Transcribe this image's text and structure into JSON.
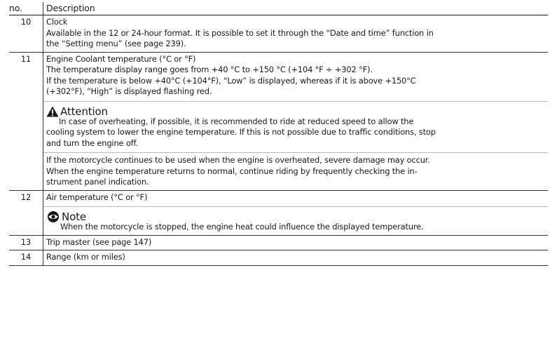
{
  "table": {
    "header": {
      "number": "no.",
      "description": "Description"
    },
    "rows": [
      {
        "number": "10",
        "title": "Clock",
        "lines": [
          "Available in the 12 or 24-hour format. It is possible to set it through the “Date and time” function in",
          "the “Setting menu” (see page 239)."
        ]
      },
      {
        "number": "11",
        "title": "Engine Coolant temperature (°C or °F)",
        "lines": [
          "The temperature display range goes from +40 °C to +150 °C (+104 °F ÷ +302 °F).",
          "If the temperature is below +40°C (+104°F), “Low” is displayed, whereas if it is above +150°C",
          "(+302°F), “High” is displayed flashing red."
        ],
        "attention": {
          "label": "Attention",
          "icon": "warning-triangle-icon",
          "lines": [
            "In case of overheating, if possible, it is recommended to ride at reduced speed to allow the",
            "cooling system to lower the engine temperature. If this is not possible due to traffic conditions, stop",
            "and turn the engine off."
          ]
        },
        "followup": [
          "If the motorcycle continues to be used when the engine is overheated, severe damage may occur.",
          "When the engine temperature returns to normal, continue riding by frequently checking the in-",
          "strument panel indication."
        ]
      },
      {
        "number": "12",
        "title": "Air temperature (°C or °F)",
        "note": {
          "label": "Note",
          "icon": "eye-icon",
          "lines": [
            "When the motorcycle is stopped, the engine heat could influence the displayed temperature."
          ]
        }
      },
      {
        "number": "13",
        "title": "Trip master (see page 147)"
      },
      {
        "number": "14",
        "title": "Range (km or miles)"
      }
    ]
  }
}
